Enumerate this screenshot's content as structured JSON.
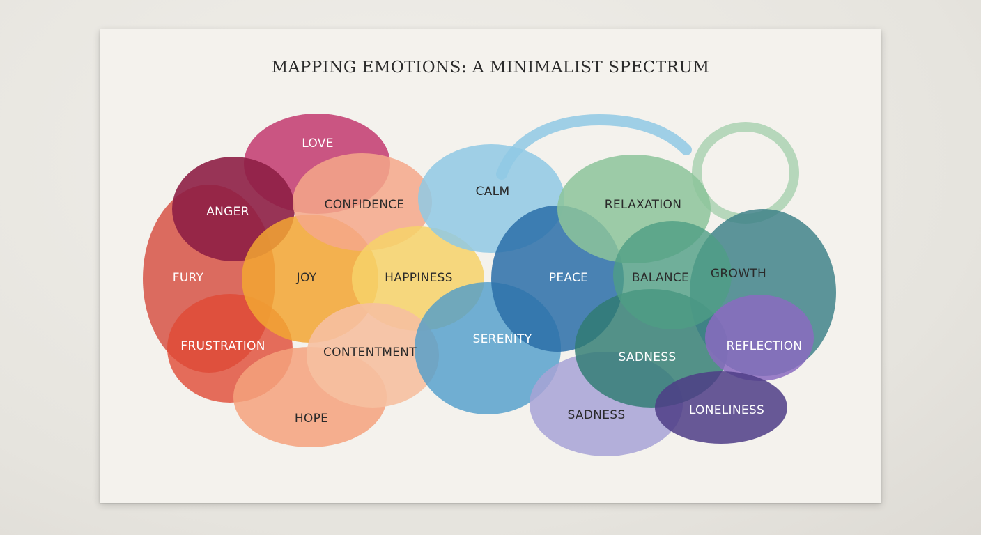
{
  "title": "MAPPING EMOTIONS: A MINIMALIST SPECTRUM",
  "labels": {
    "love": "LOVE",
    "anger": "ANGER",
    "confidence": "CONFIDENCE",
    "calm": "CALM",
    "relaxation": "RELAXATION",
    "fury": "FURY",
    "joy": "JOY",
    "happiness": "HAPPINESS",
    "peace": "PEACE",
    "balance": "BALANCE",
    "growth": "GROWTH",
    "frustration": "FRUSTRATION",
    "contentment": "CONTENTMENT",
    "serenity": "SERENITY",
    "sadness_green": "SADNESS",
    "reflection": "REFLECTION",
    "hope": "HOPE",
    "sadness_lavender": "SADNESS",
    "loneliness": "LONELINESS"
  },
  "colors": {
    "love": "#c23a6e",
    "anger": "#8e1f45",
    "fury": "#d65445",
    "frustration": "#e04a34",
    "joy": "#f2a632",
    "happiness": "#f6d268",
    "confidence": "#f4a88a",
    "contentment": "#f6c0a0",
    "hope": "#f4a27c",
    "calm": "#8fc9e4",
    "serenity": "#4f9ccb",
    "peace": "#2a6fa8",
    "relaxation": "#8cc49a",
    "balance": "#4f9e84",
    "growth": "#3a7f86",
    "sadness_green": "#2f7b72",
    "reflection": "#8a6bbf",
    "sadness_lavender": "#a7a3d6",
    "loneliness": "#4e3d86",
    "text_dark": "#2a2a2a",
    "text_light": "#ffffff"
  }
}
